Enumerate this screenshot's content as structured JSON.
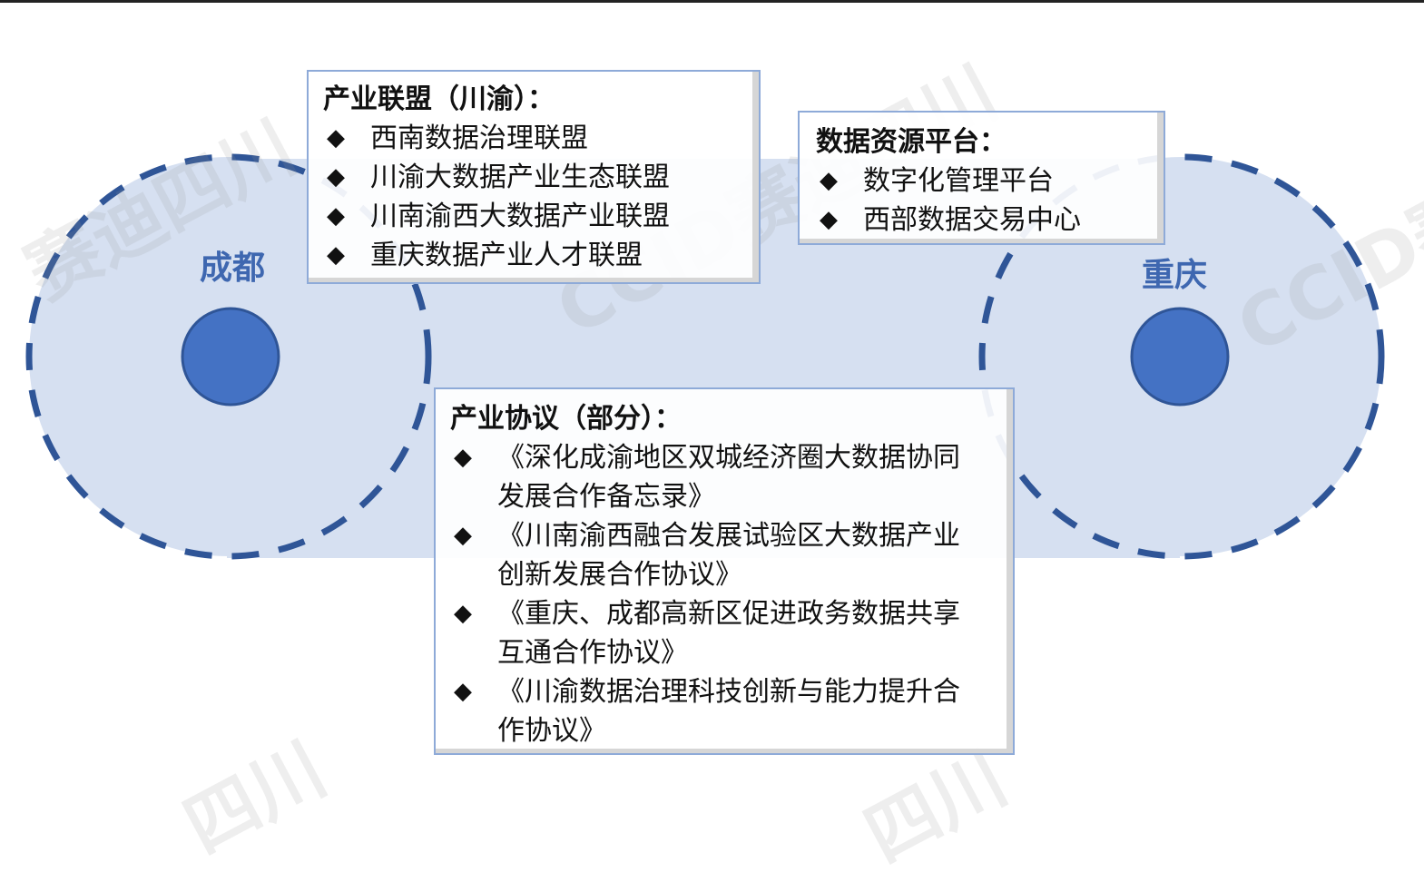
{
  "cities": {
    "chengdu": "成都",
    "chongqing": "重庆"
  },
  "alliances": {
    "title": "产业联盟（川渝）：",
    "items": [
      "西南数据治理联盟",
      "川渝大数据产业生态联盟",
      "川南渝西大数据产业联盟",
      "重庆数据产业人才联盟"
    ]
  },
  "platforms": {
    "title": "数据资源平台：",
    "items": [
      "数字化管理平台",
      "西部数据交易中心"
    ]
  },
  "agreements": {
    "title": "产业协议（部分）：",
    "items": [
      "《深化成渝地区双城经济圈大数据协同发展合作备忘录》",
      "《川南渝西融合发展试验区大数据产业创新发展合作协议》",
      "《重庆、成都高新区促进政务数据共享互通合作协议》",
      "《川渝数据治理科技创新与能力提升合作协议》"
    ]
  },
  "bullet_symbol": "◆",
  "watermark": {
    "text_1": "赛迪四川",
    "text_2": "CCID赛迪四川",
    "text_3": "CCID赛",
    "text_4": "四川"
  },
  "colors": {
    "band": "#d6e0f1",
    "ring": "#2f5597",
    "dot": "#4472c4",
    "box_border": "#8eaad8"
  }
}
